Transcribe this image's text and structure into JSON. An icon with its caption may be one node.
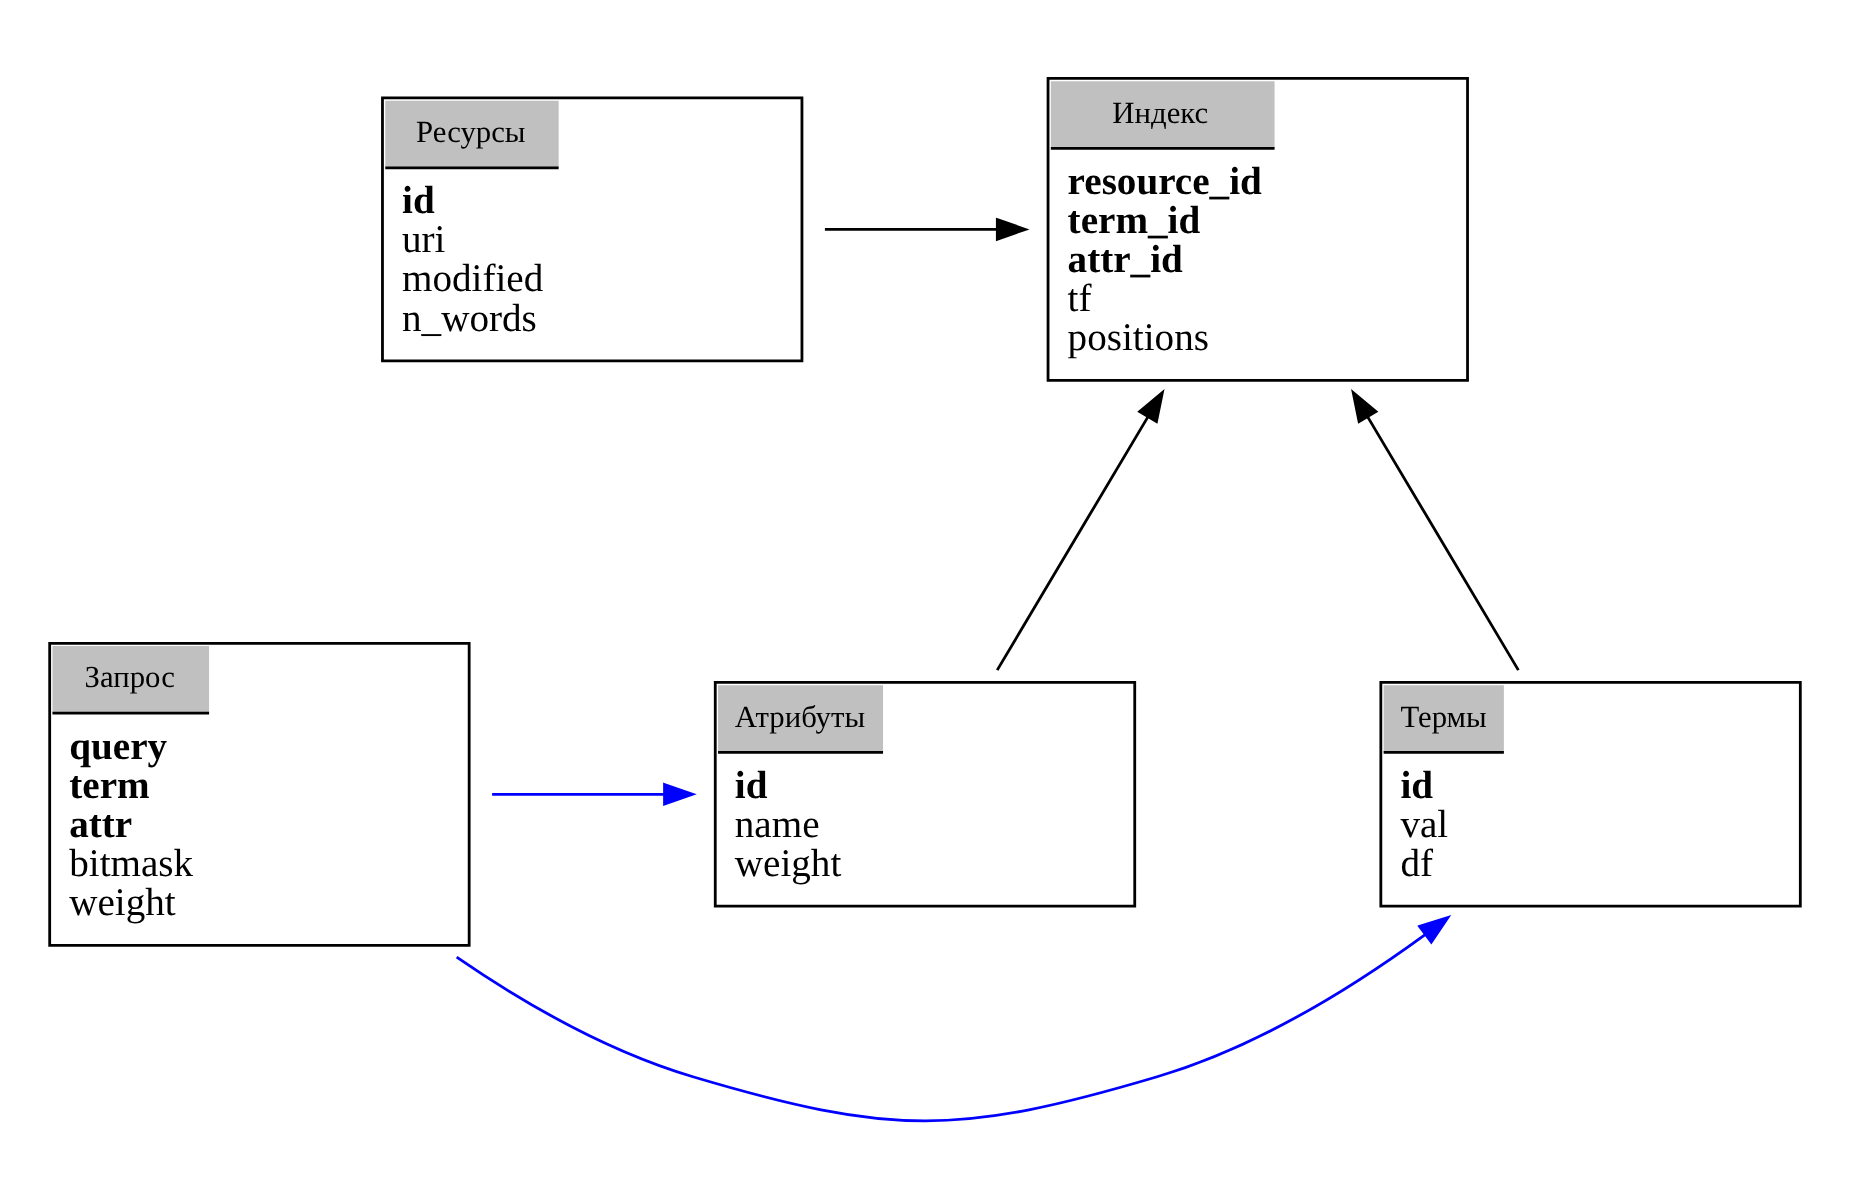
{
  "diagram": {
    "nodes": [
      {
        "text": [
          "Ресурсы",
          "**id**",
          "uri",
          "modified",
          "n_words"
        ]
      },
      {
        "text": [
          "Индекс",
          "**resource_id**",
          "**term_id**",
          "**attr_id**",
          "tf",
          "positions"
        ]
      },
      {
        "text": [
          "Термы",
          "**id**",
          "val",
          "df"
        ]
      },
      {
        "text": [
          "Запрос",
          "**query**",
          "**term**",
          "**attr**",
          "bitmask",
          "weight"
        ]
      },
      {
        "text": [
          "Атрибуты",
          "**id**",
          "name",
          "weight"
        ]
      }
    ],
    "edges": [
      {
        "from": 0,
        "to": 1,
        "arrow": "to"
      },
      {
        "from": 2,
        "to": 1,
        "arrow": "to"
      },
      {
        "from": 4,
        "to": 1,
        "arrow": "to"
      },
      {
        "from": 3,
        "to": 2,
        "arrow": "to",
        "color": "#0000ff"
      },
      {
        "from": 3,
        "to": 4,
        "arrow": "to",
        "color": "#0000ff"
      }
    ]
  }
}
